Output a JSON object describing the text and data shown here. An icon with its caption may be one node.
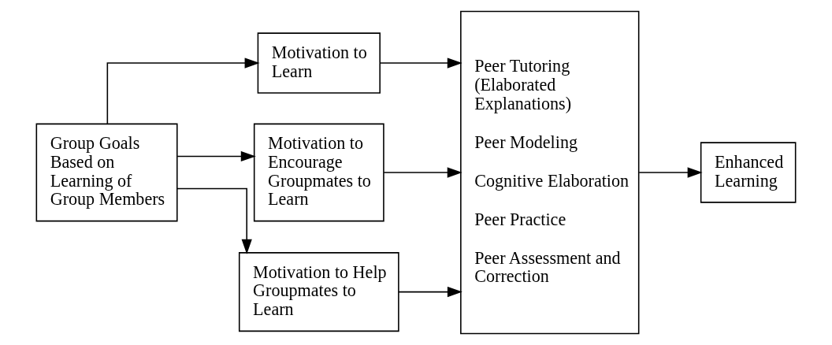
{
  "diagram": {
    "nodes": [
      {
        "text": [
          "Group Goals Based on Learning of Group Members"
        ]
      },
      {
        "text": [
          "Motivation to Learn"
        ]
      },
      {
        "text": [
          "Motivation to Encourage Groupmates to Learn"
        ]
      },
      {
        "text": [
          "Motivation to Help Groupmates to Learn"
        ]
      },
      {
        "text": [
          "Peer Tutoring (Elaborated Explanations)",
          "Peer Modeling",
          "Cognitive Elaboration",
          "Peer Practice",
          "Peer Assessment and Correction"
        ]
      },
      {
        "text": [
          "Enhanced Learning"
        ]
      }
    ],
    "edges": [
      {
        "from": 0,
        "to": 1,
        "arrow": "to"
      },
      {
        "from": 0,
        "to": 2,
        "arrow": "to"
      },
      {
        "from": 0,
        "to": 3,
        "arrow": "to"
      },
      {
        "from": 1,
        "to": 4,
        "arrow": "to"
      },
      {
        "from": 2,
        "to": 4,
        "arrow": "to"
      },
      {
        "from": 3,
        "to": 4,
        "arrow": "to"
      },
      {
        "from": 4,
        "to": 5,
        "arrow": "to"
      }
    ]
  }
}
